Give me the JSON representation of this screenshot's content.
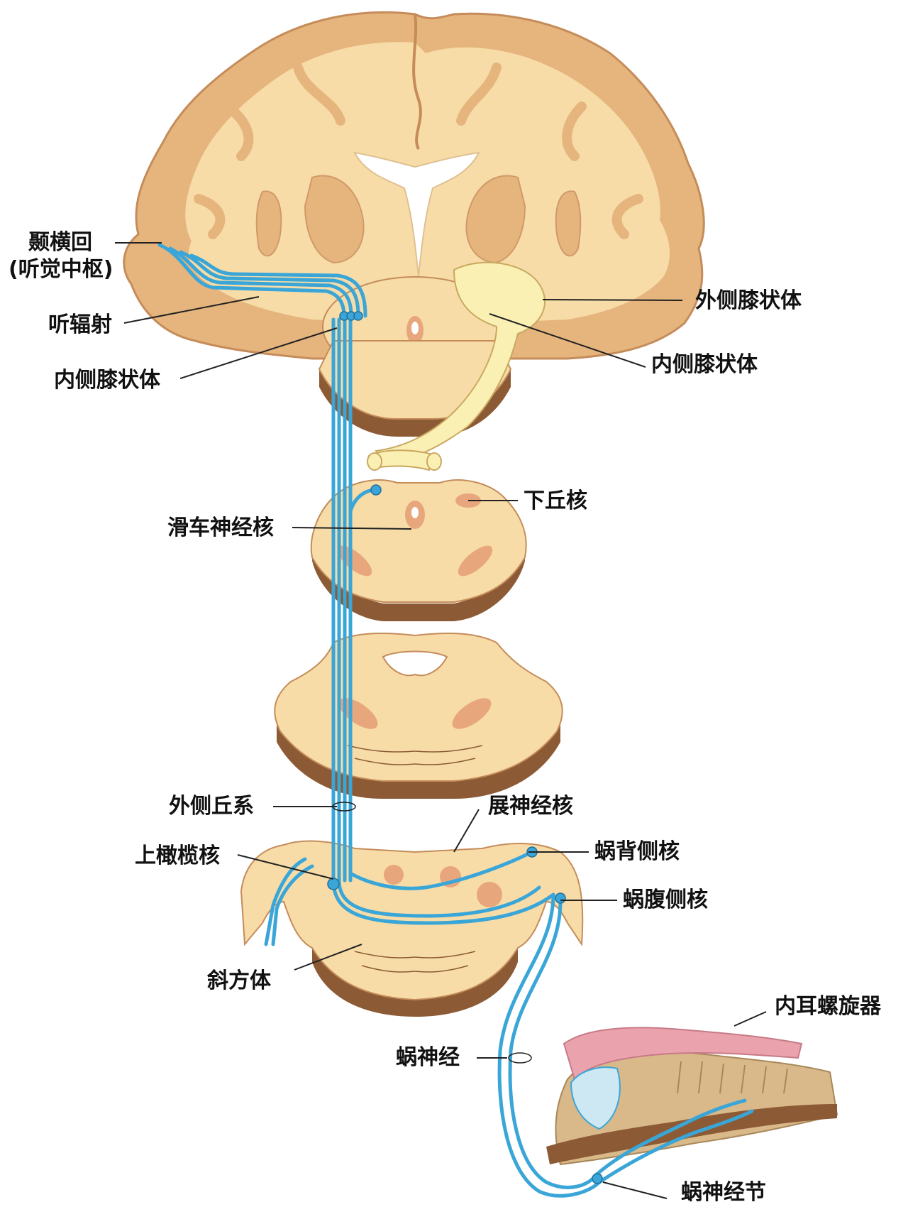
{
  "colors": {
    "tissue": "#f7dca8",
    "cortex": "#e6b57e",
    "cortex_edge": "#c58c5a",
    "section_side": "#8c5a34",
    "nucleus": "#e8a67c",
    "pathway": "#3aa6d8",
    "pathway_dark": "#1f6f9e",
    "optic": "#fbf0b4",
    "organ_pink": "#eaa3ad",
    "ventricle": "#ffffff"
  },
  "labels": {
    "transverse_temporal_gyrus": "颞横回",
    "auditory_center": "(听觉中枢)",
    "acoustic_radiation": "听辐射",
    "medial_geniculate_left": "内侧膝状体",
    "lateral_geniculate": "外侧膝状体",
    "medial_geniculate_right": "内侧膝状体",
    "inferior_colliculus_nucleus": "下丘核",
    "trochlear_nucleus": "滑车神经核",
    "lateral_lemniscus": "外侧丘系",
    "abducens_nucleus": "展神经核",
    "superior_olivary_nucleus": "上橄榄核",
    "dorsal_cochlear_nucleus": "蜗背侧核",
    "ventral_cochlear_nucleus": "蜗腹侧核",
    "trapezoid_body": "斜方体",
    "spiral_organ": "内耳螺旋器",
    "cochlear_nerve": "蜗神经",
    "spiral_ganglion": "蜗神经节"
  }
}
